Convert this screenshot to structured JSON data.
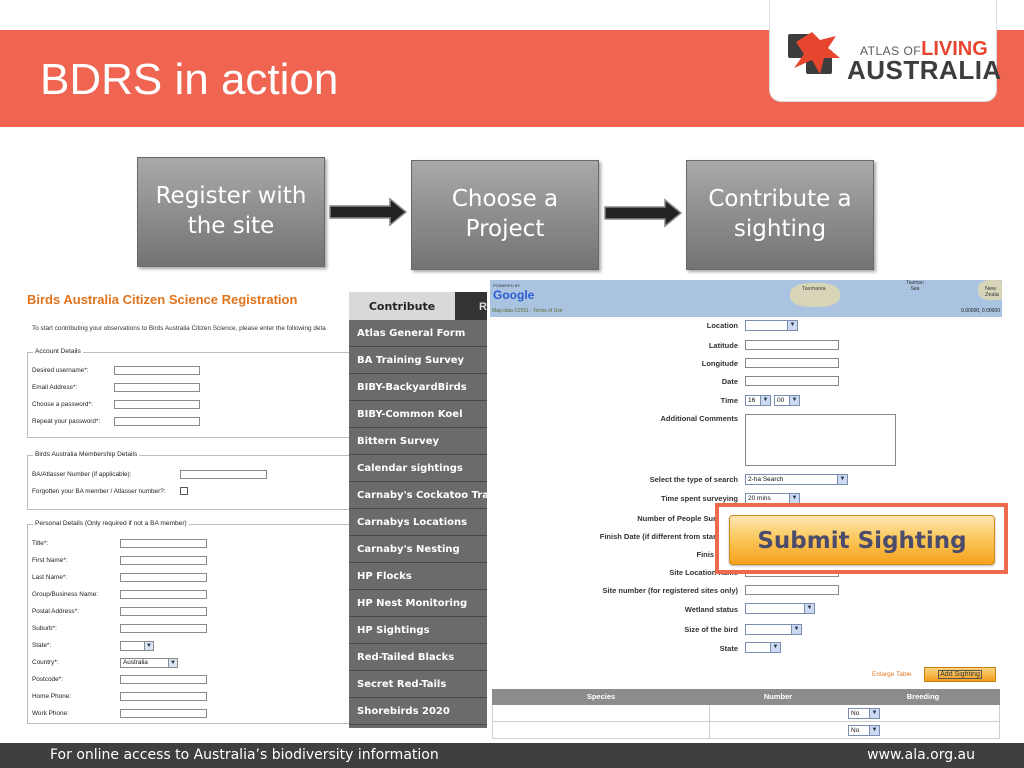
{
  "slide": {
    "title": "BDRS in action",
    "logo": {
      "atlas": "ATLAS OF",
      "living": "LIVING",
      "australia": "AUSTRALIA"
    },
    "steps": [
      "Register with the site",
      "Choose a Project",
      "Contribute a sighting"
    ],
    "footer": {
      "left": "For online access to Australia’s biodiversity information",
      "right": "www.ala.org.au"
    }
  },
  "registration": {
    "title": "Birds Australia Citizen Science Registration",
    "intro": "To start contributing your observations to Birds Australia Citizen Science, please enter the following deta",
    "account": {
      "legend": "Account Details",
      "fields": [
        "Desired username*:",
        "Email Address*:",
        "Choose a password*:",
        "Repeat your password*:"
      ]
    },
    "membership": {
      "legend": "Birds Australia Membership Details",
      "fields": [
        "BA/Atlasser Number (if applicable):",
        "Forgotten your BA member / Atlasser number?:"
      ]
    },
    "personal": {
      "legend": "Personal Details (Only required if not a BA member)",
      "fields": [
        "Title*:",
        "First Name*:",
        "Last Name*:",
        "Group/Business Name:",
        "Postal Address*:",
        "Suburb*:",
        "State*:",
        "Country*:",
        "Postcode*:",
        "Home Phone:",
        "Work Phone:"
      ],
      "country_value": "Australia"
    }
  },
  "menu": {
    "header": "Contribute",
    "header2": "R",
    "items": [
      "Atlas General Form",
      "BA Training Survey",
      "BIBY-BackyardBirds",
      "BIBY-Common Koel",
      "Bittern Survey",
      "Calendar sightings",
      "Carnaby's Cockatoo Track",
      "Carnabys Locations",
      "Carnaby's Nesting",
      "HP Flocks",
      "HP Nest Monitoring",
      "HP Sightings",
      "Red-Tailed Blacks",
      "Secret Red-Tails",
      "Shorebirds 2020"
    ]
  },
  "sighting": {
    "map": {
      "powered": "POWERED BY",
      "google": "Google",
      "data": "Map data ©2011 - Terms of Use",
      "coord": "0.00000, 0.00000",
      "tasmania": "Tasmania",
      "tasman": "Tasman Sea",
      "nz": "New Zeala"
    },
    "labels": {
      "location": "Location",
      "latitude": "Latitude",
      "longitude": "Longitude",
      "date": "Date",
      "time": "Time",
      "comments": "Additional Comments",
      "search_type": "Select the type of search",
      "time_spent": "Time spent surveying",
      "num_people": "Number of People Sur",
      "finish_date": "Finish Date (if different from star",
      "finish": "Finis",
      "site_location": "Site Location name",
      "site_number": "Site number (for registered sites only)",
      "wetland": "Wetland status",
      "bird_size": "Size of the bird",
      "state": "State"
    },
    "values": {
      "hour": "16",
      "minute": "00",
      "search_type": "2-ha Search",
      "time_spent": "20 mins"
    },
    "enlarge": "Enlarge Table",
    "add_button": "Add Sighting",
    "table": {
      "headers": [
        "Species",
        "Number",
        "Breeding"
      ],
      "breeding_values": [
        "No",
        "No"
      ]
    },
    "submit_button": "Submit Sighting"
  }
}
